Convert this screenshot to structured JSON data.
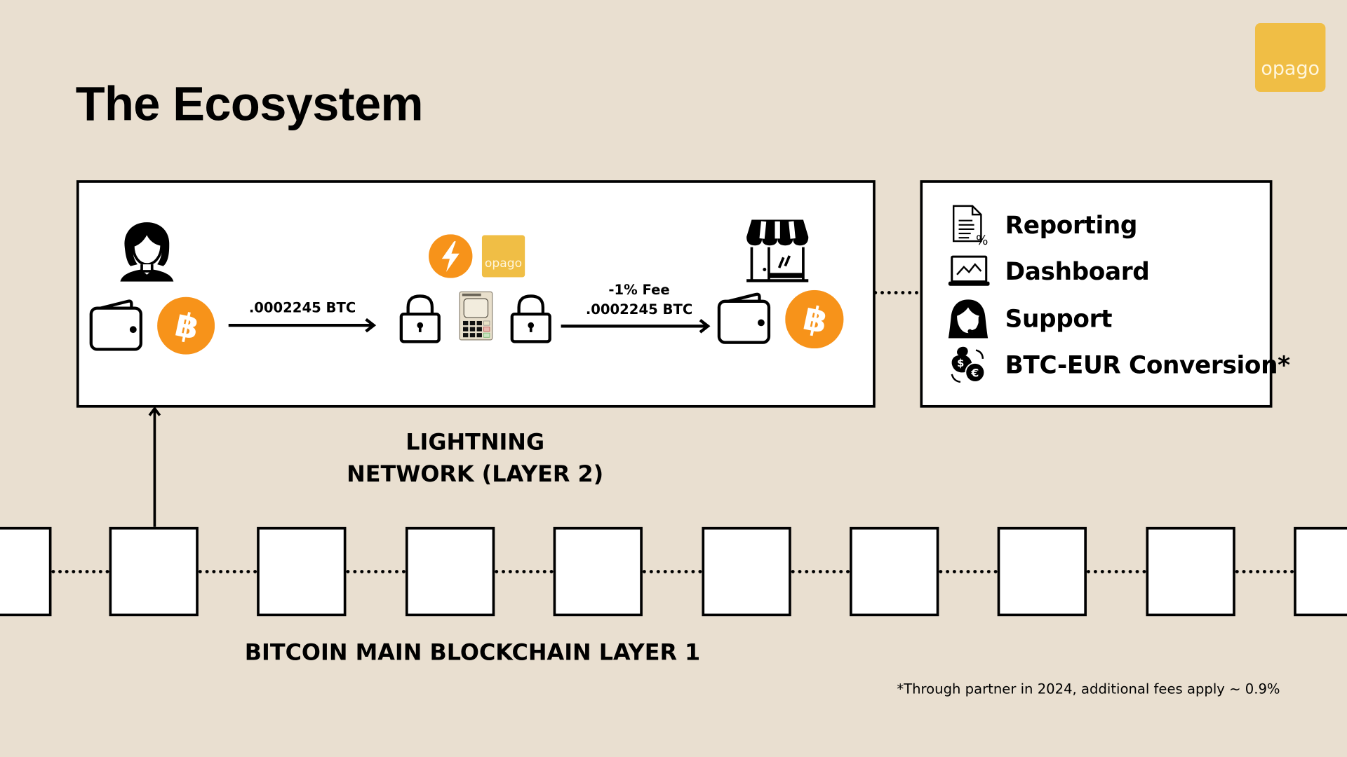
{
  "slide": {
    "title": "The Ecosystem",
    "brand_logo_text": "opago",
    "colors": {
      "background": "#e9dfd0",
      "bitcoin_orange": "#f7931a",
      "brand_yellow": "#f0be45",
      "box_fill": "#ffffff",
      "ink": "#000000"
    }
  },
  "lightning_box": {
    "payer": {
      "person_icon": "woman-user-icon",
      "wallet_icon": "wallet-icon",
      "coin_icon": "bitcoin-icon"
    },
    "transfer_1_label": ".0002245 BTC",
    "middle": {
      "lightning_icon": "lightning-bolt-icon",
      "brand_badge_text": "opago",
      "left_lock_icon": "padlock-icon",
      "terminal_icon": "payment-terminal-icon",
      "right_lock_icon": "padlock-icon"
    },
    "transfer_2_fee_label": "-1% Fee",
    "transfer_2_amount_label": ".0002245 BTC",
    "merchant": {
      "store_icon": "storefront-icon",
      "wallet_icon": "wallet-icon",
      "coin_icon": "bitcoin-icon"
    }
  },
  "features": {
    "items": [
      {
        "icon": "report-document-percent-icon",
        "label": "Reporting"
      },
      {
        "icon": "laptop-chart-icon",
        "label": "Dashboard"
      },
      {
        "icon": "support-agent-headset-icon",
        "label": "Support"
      },
      {
        "icon": "currency-exchange-euro-icon",
        "label": "BTC-EUR Conversion*"
      }
    ]
  },
  "layers": {
    "layer2_line1": "LIGHTNING",
    "layer2_line2": "NETWORK (LAYER 2)",
    "layer1_label": "BITCOIN MAIN BLOCKCHAIN LAYER 1",
    "block_count": 10
  },
  "footnote": "*Through partner in 2024, additional fees apply ~ 0.9%"
}
